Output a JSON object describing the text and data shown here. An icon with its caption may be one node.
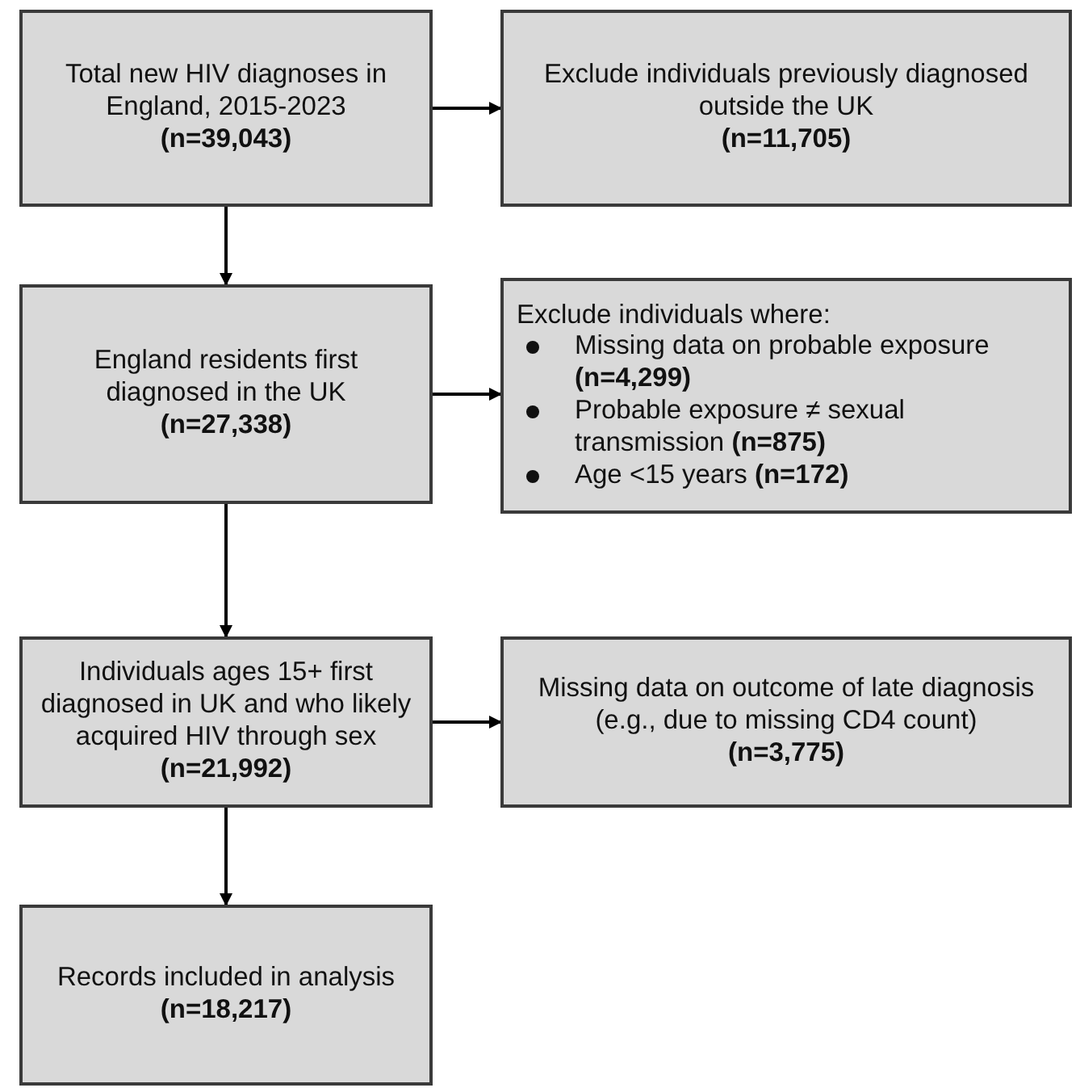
{
  "diagram": {
    "nodes": [
      {
        "text": [
          "Total new HIV diagnoses in England, 2015-2023",
          "(n=39,043)"
        ]
      },
      {
        "text": [
          "Exclude individuals previously diagnosed outside the UK",
          "(n=11,705)"
        ]
      },
      {
        "text": [
          "England residents first diagnosed in the UK",
          "(n=27,338)"
        ]
      },
      {
        "text": [
          "Exclude individuals where:",
          "Missing data on probable exposure **(n=4,299)**",
          "Probable exposure ≠ sexual transmission **(n=875)**",
          "Age <15 years **(n=172)**"
        ]
      },
      {
        "text": [
          "Individuals ages 15+ first diagnosed in UK and who likely acquired HIV through sex",
          "(n=21,992)"
        ]
      },
      {
        "text": [
          "Missing data on outcome of late diagnosis (e.g., due to missing CD4 count)",
          "(n=3,775)"
        ]
      },
      {
        "text": [
          "Records included in analysis",
          "(n=18,217)"
        ]
      }
    ],
    "edges": [
      {
        "from": 0,
        "to": 1,
        "arrow": "to"
      },
      {
        "from": 0,
        "to": 2,
        "arrow": "to"
      },
      {
        "from": 2,
        "to": 3,
        "arrow": "to"
      },
      {
        "from": 2,
        "to": 4,
        "arrow": "to"
      },
      {
        "from": 4,
        "to": 5,
        "arrow": "to"
      },
      {
        "from": 4,
        "to": 6,
        "arrow": "to"
      }
    ]
  }
}
